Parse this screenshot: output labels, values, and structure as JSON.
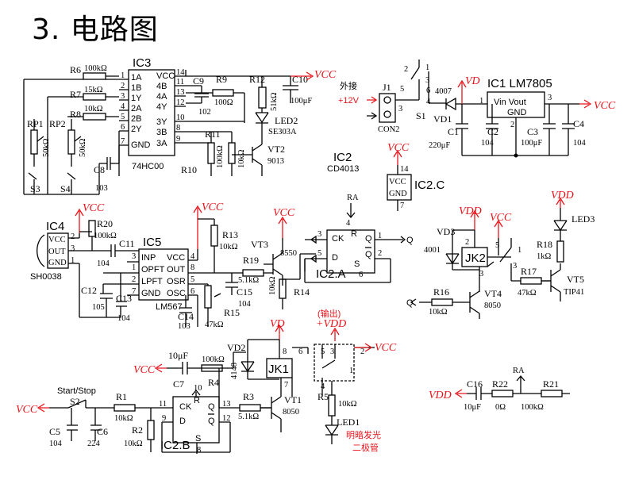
{
  "title": "3. 电路图",
  "ic_labels": {
    "ic3": "IC3",
    "ic3_part": "74HC00",
    "ic1": "IC1 LM7805",
    "ic2": "IC2",
    "ic2_part": "CD4013",
    "ic2c": "IC2.C",
    "ic4": "IC4",
    "ic4_part": "SH0038",
    "ic5": "IC5",
    "ic5_part": "LM567",
    "ic2a": "IC2.A",
    "ic2b": "IC2.B",
    "jk1": "JK1",
    "jk2": "JK2",
    "j1": "J1",
    "con2": "CON2"
  },
  "ic3_pins_left": [
    "1A",
    "1B",
    "1Y",
    "2A",
    "2B",
    "2Y",
    "GND"
  ],
  "ic3_pins_right": [
    "VCC",
    "4B",
    "4A",
    "4Y",
    "3B",
    "3A",
    "3Y"
  ],
  "ic5_pins_left": [
    "INP",
    "OPFT",
    "LPFT",
    "GND"
  ],
  "ic5_pins_right": [
    "VCC",
    "OUT",
    "OSR",
    "OSC"
  ],
  "ic4_pins": [
    "VCC",
    "OUT",
    "GND"
  ],
  "ic2c_pins": [
    "VCC",
    "GND"
  ],
  "lm7805_pins": [
    "Vin Vout",
    "GND"
  ],
  "components": {
    "r6": "R6",
    "r6v": "100kΩ",
    "r7": "R7",
    "r7v": "15kΩ",
    "r8": "R8",
    "r8v": "10kΩ",
    "rp1": "RP1",
    "rp1v": "50kΩ",
    "rp2": "RP2",
    "rp2v": "50kΩ",
    "c8": "C8",
    "c8v": "103",
    "s3": "S3",
    "s4": "S4",
    "c9": "C9",
    "c9v": "102",
    "r9": "R9",
    "r9v": "100Ω",
    "r12": "R12",
    "r12v": "51kΩ",
    "c10": "C10",
    "c10v": "100μF",
    "led2": "LED2",
    "led2v": "SE303A",
    "vt2": "VT2",
    "vt2v": "9013",
    "r10": "R10",
    "r10v": "100kΩ",
    "r11": "R11",
    "r11v": "10kΩ",
    "jie": "外接",
    "v12": "+12V",
    "s1": "S1",
    "d4007": "4007",
    "vd1": "VD1",
    "c1": "C1",
    "c1v": "220μF",
    "c2": "C2",
    "c2v": "104",
    "c3": "C3",
    "c3v": "100μF",
    "c4": "C4",
    "c4v": "104",
    "r20": "R20",
    "r20v": "100kΩ",
    "c11": "C11",
    "c11v": "104",
    "c12": "C12",
    "c12v": "105",
    "c13": "C13",
    "c13v": "104",
    "c14": "C14",
    "c14v": "103",
    "r15": "R15",
    "r15v": "47kΩ",
    "r13": "R13",
    "r13v": "10kΩ",
    "vt3": "VT3",
    "vt3v": "8550",
    "r19": "R19",
    "r19v": "5.1kΩ",
    "c15": "C15",
    "c15v": "104",
    "r14": "R14",
    "r14v": "10kΩ",
    "ra": "RA",
    "vd3": "VD3",
    "vd3v": "4001",
    "r16": "R16",
    "r16v": "10kΩ",
    "vt4": "VT4",
    "vt4v": "8050",
    "r17": "R17",
    "r17v": "47kΩ",
    "vt5": "VT5",
    "vt5v": "TIP41",
    "r18": "R18",
    "r18v": "1kΩ",
    "led3": "LED3",
    "vd2": "VD2",
    "vd2v": "4148",
    "c7": "C7",
    "c7v": "10μF",
    "r4": "R4",
    "r4v": "100kΩ",
    "r3": "R3",
    "r3v": "5.1kΩ",
    "vt1": "VT1",
    "vt1v": "8050",
    "r5": "R5",
    "r5v": "10kΩ",
    "led1": "LED1",
    "out_label": "(输出)",
    "led1_desc1": "明暗发光",
    "led1_desc2": "二极管",
    "startstop": "Start/Stop",
    "s2": "S2",
    "r1": "R1",
    "r1v": "10kΩ",
    "r2": "R2",
    "r2v": "10kΩ",
    "c5": "C5",
    "c5v": "104",
    "c6": "C6",
    "c6v": "224",
    "c16": "C16",
    "c16v": "10μF",
    "r22": "R22",
    "r22v": "0Ω",
    "r21": "R21",
    "r21v": "100kΩ"
  },
  "rails": {
    "vcc": "VCC",
    "vd": "VD",
    "vdd": "VDD",
    "plus_vdd": "+VDD",
    "q": "Q"
  },
  "colors": {
    "wire": "#000000",
    "rail": "#e8141b"
  }
}
